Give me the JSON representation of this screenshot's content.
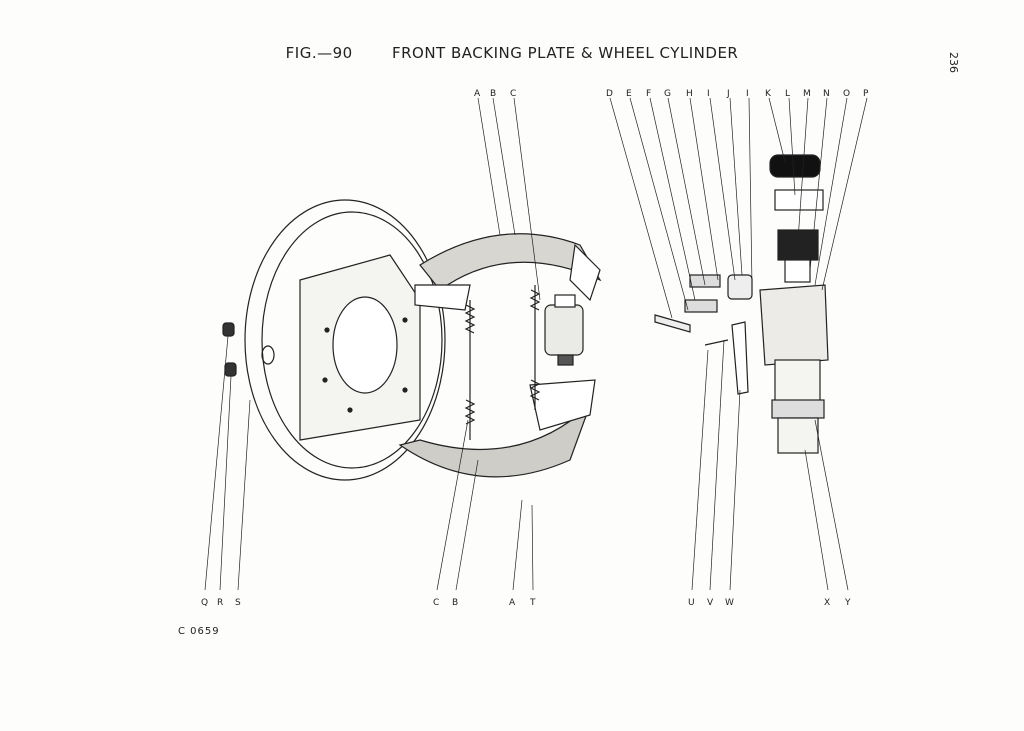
{
  "title": {
    "fig": "FIG.—90",
    "text": "FRONT BACKING PLATE & WHEEL CYLINDER"
  },
  "page_number": "236",
  "drawing_code": "C 0659",
  "labels_top": [
    "A",
    "B",
    "C",
    "D",
    "E",
    "F",
    "G",
    "H",
    "I",
    "J",
    "I",
    "K",
    "L",
    "M",
    "N",
    "O",
    "P"
  ],
  "labels_bottom": [
    "Q",
    "R",
    "S",
    "C",
    "B",
    "A",
    "T",
    "U",
    "V",
    "W",
    "X",
    "Y"
  ]
}
